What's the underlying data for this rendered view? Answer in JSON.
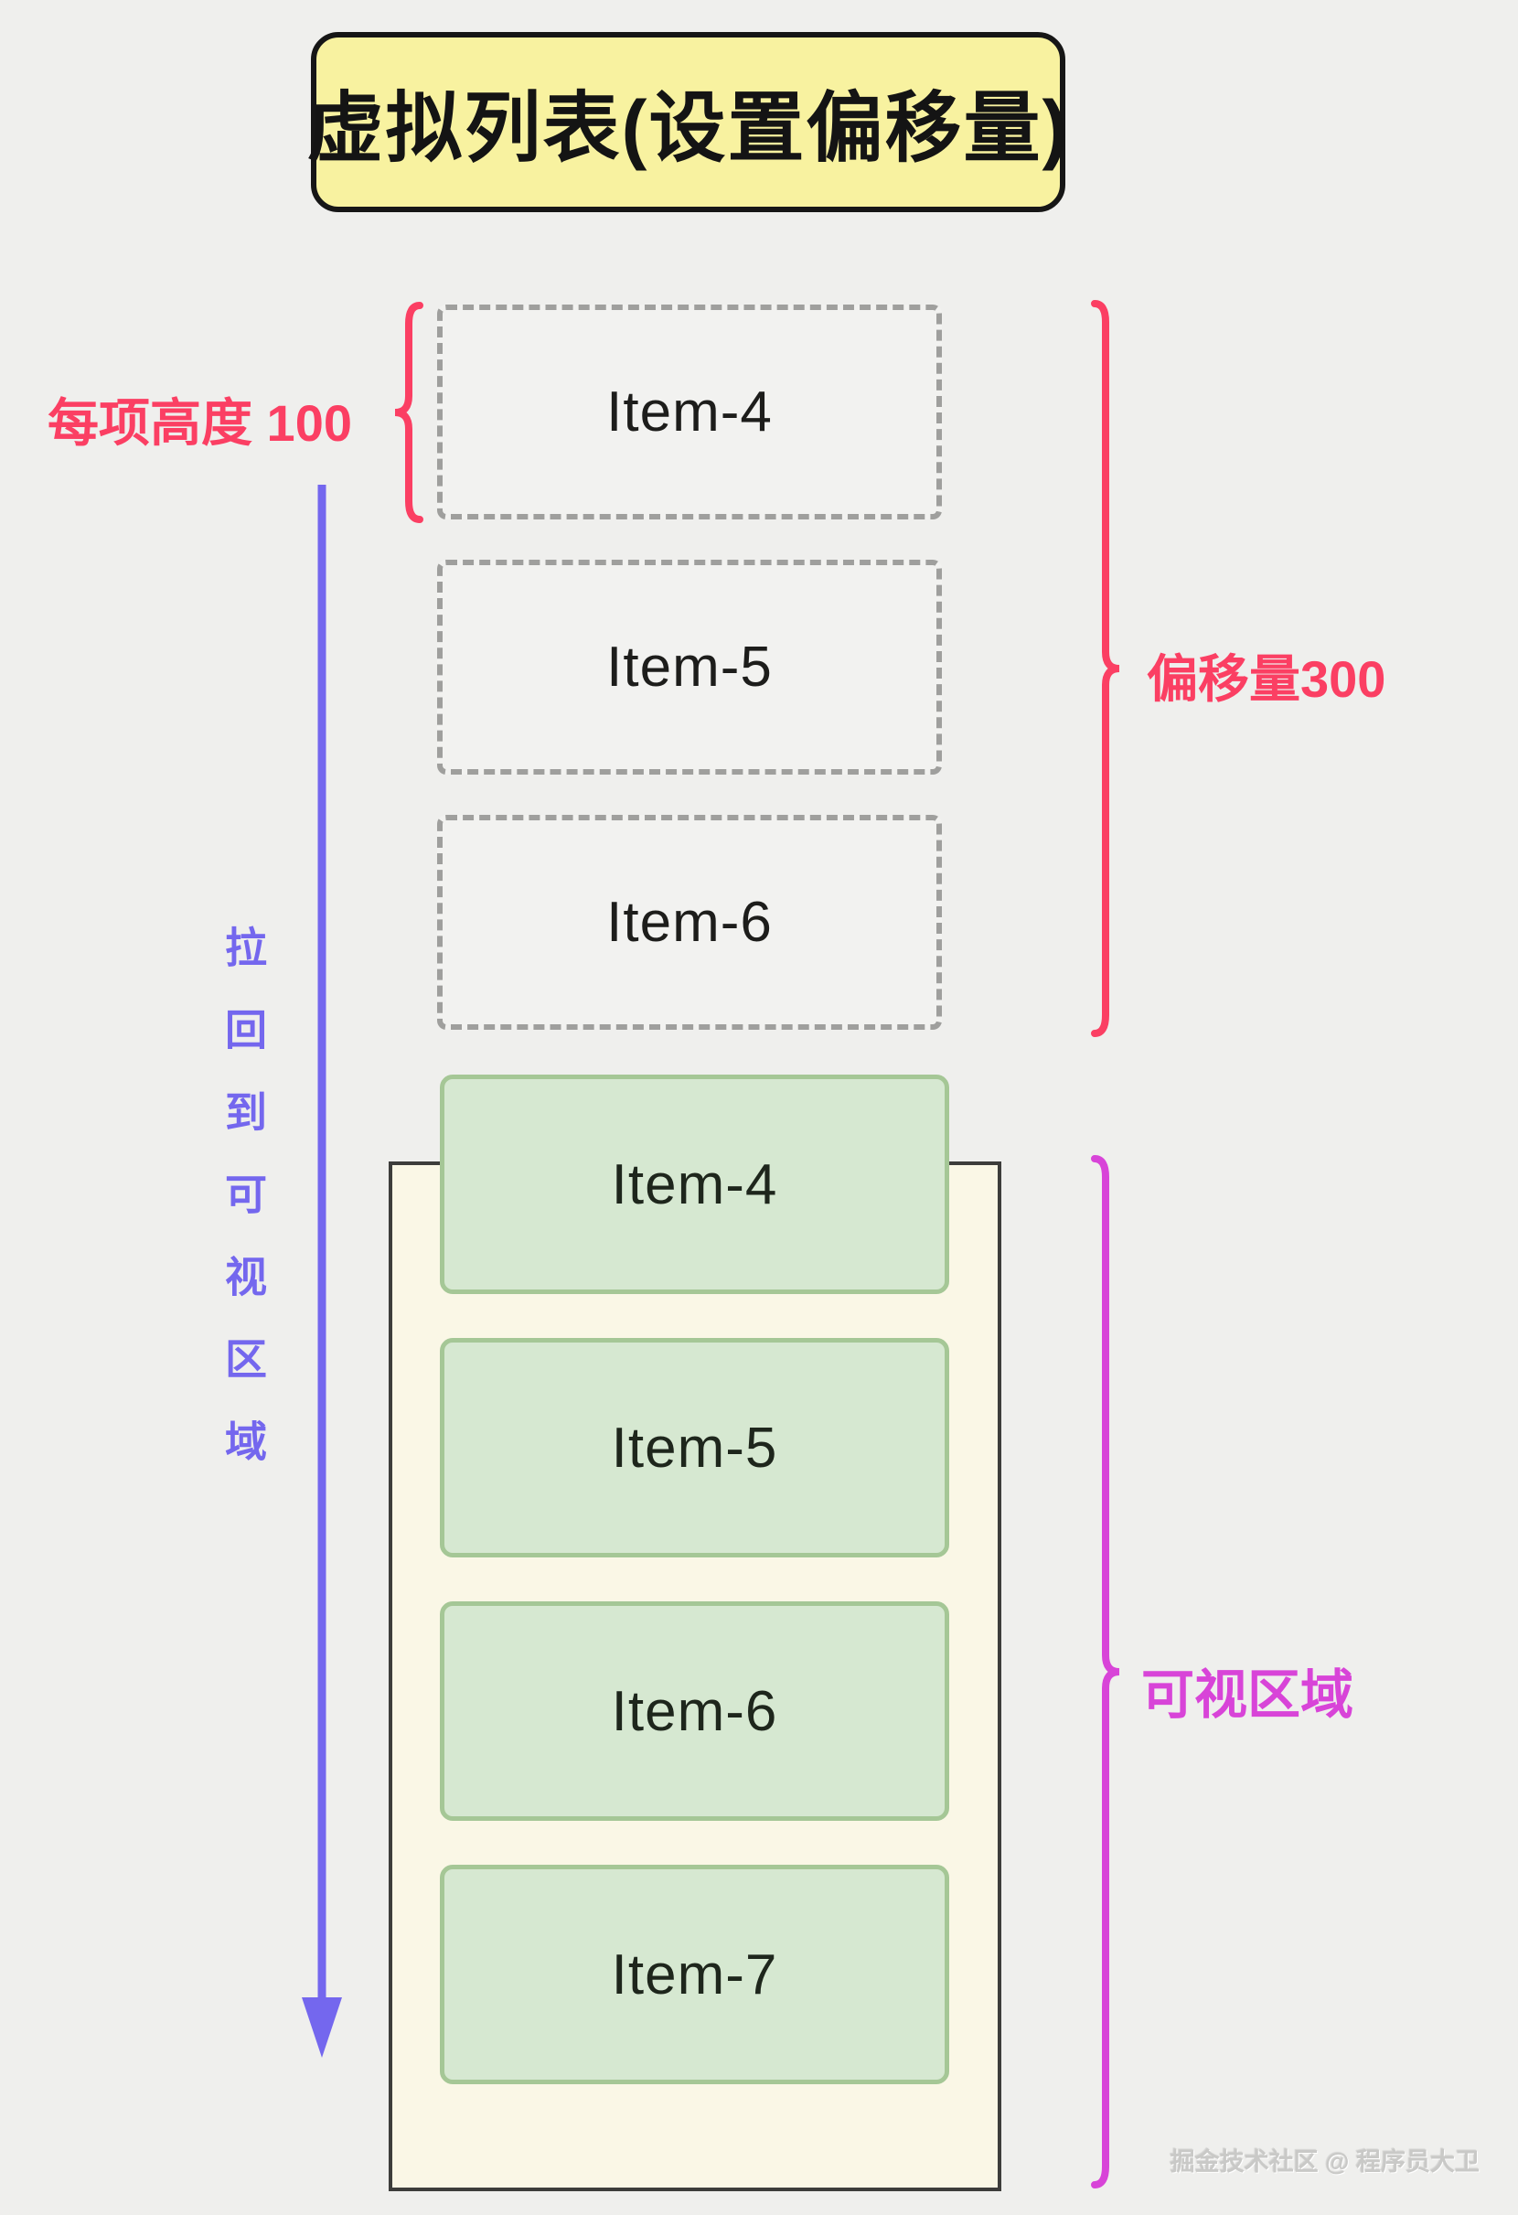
{
  "title": {
    "text": "虚拟列表(设置偏移量)"
  },
  "annotations": {
    "item_height_label": {
      "text": "每项高度 100",
      "color": "#fb3f63"
    },
    "offset_label": {
      "text": "偏移量300",
      "color": "#fb3f63"
    },
    "pull_back_label": {
      "text": "拉回到可视区域",
      "color": "#7467ee"
    },
    "viewport_label": {
      "text": "可视区域",
      "color": "#d844d8"
    }
  },
  "virtual_list": {
    "description": "items above viewport rendered with offset",
    "items": [
      {
        "label": "Item-4"
      },
      {
        "label": "Item-5"
      },
      {
        "label": "Item-6"
      }
    ]
  },
  "viewport": {
    "description": "visible area list",
    "items": [
      {
        "label": "Item-4"
      },
      {
        "label": "Item-5"
      },
      {
        "label": "Item-6"
      },
      {
        "label": "Item-7"
      }
    ]
  },
  "watermark": {
    "text": "掘金技术社区 @ 程序员大卫"
  },
  "colors": {
    "background": "#efefed",
    "title_bg": "#f8f2a0",
    "title_border": "#161616",
    "dashed_border": "#9f9f9d",
    "green_fill": "#d6e8d1",
    "green_border": "#a5c796",
    "container_fill": "#faf7e6",
    "container_border": "#3d3d3b",
    "pink": "#fb3f63",
    "purple": "#7467ee",
    "magenta": "#d844d8"
  }
}
